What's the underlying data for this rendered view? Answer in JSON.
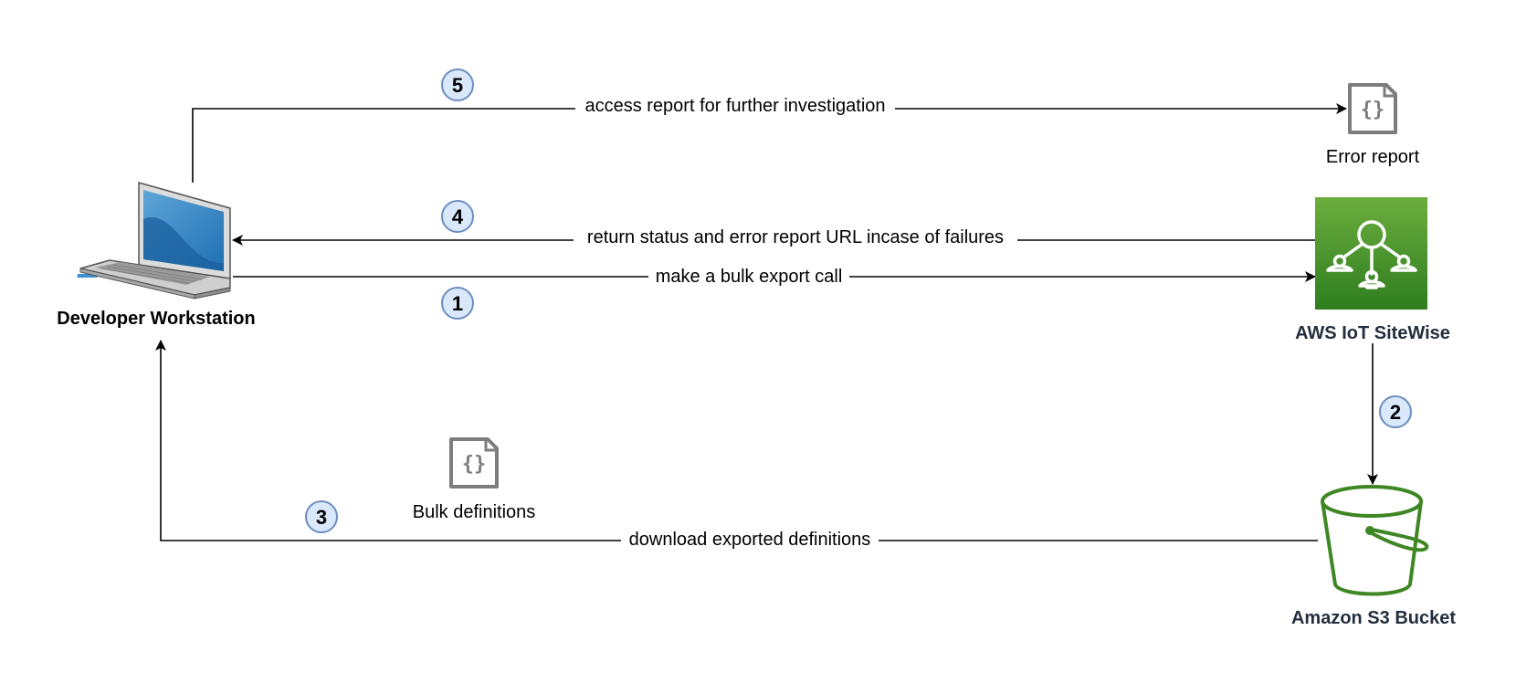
{
  "nodes": {
    "workstation": {
      "label": "Developer Workstation"
    },
    "sitewise": {
      "label": "AWS IoT SiteWise"
    },
    "s3": {
      "label": "Amazon S3 Bucket"
    },
    "error_report": {
      "label": "Error report"
    },
    "bulk_definitions": {
      "label": "Bulk definitions"
    }
  },
  "edges": {
    "e1": "make a bulk export call",
    "e3": "download exported definitions",
    "e4": "return status and error report URL incase of failures",
    "e5": "access report for further investigation"
  },
  "steps": {
    "s1": "1",
    "s2": "2",
    "s3": "3",
    "s4": "4",
    "s5": "5"
  },
  "colors": {
    "sitewise_gradient_top": "#6cae3e",
    "sitewise_gradient_bottom": "#2e7d1f",
    "s3_green": "#3f8624",
    "aws_label": "#232f3e",
    "step_fill": "#dae8fc",
    "step_stroke": "#6c8ebf",
    "doc_gray": "#7d7d7d"
  },
  "icons": {
    "workstation": "laptop-icon",
    "sitewise": "iot-sitewise-icon",
    "s3": "s3-bucket-icon",
    "error_report": "json-document-icon",
    "bulk_definitions": "json-document-icon"
  }
}
